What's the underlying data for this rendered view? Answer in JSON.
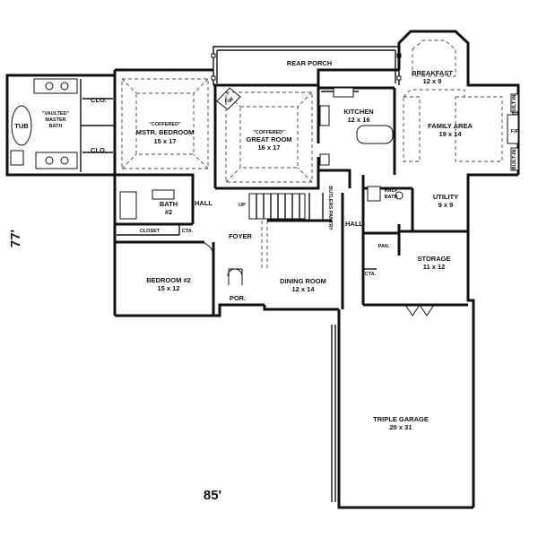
{
  "dimensions": {
    "depth": "77'",
    "width": "85'"
  },
  "rooms": {
    "rear_porch": "REAR PORCH",
    "breakfast": {
      "name": "BREAKFAST",
      "size": "12 x 9"
    },
    "kitchen": {
      "name": "KITCHEN",
      "size": "12 x 16"
    },
    "family_area": {
      "name": "FAMILY AREA",
      "size": "19 x 14"
    },
    "great_room": {
      "qualifier": "\"COFFERED\"",
      "name": "GREAT ROOM",
      "size": "16 x 17"
    },
    "master_bedroom": {
      "qualifier": "\"COFFERED\"",
      "name": "MSTR. BEDROOM",
      "size": "15 x 17"
    },
    "master_bath": {
      "qualifier": "\"VAULTED\"",
      "name1": "MASTER",
      "name2": "BATH"
    },
    "bath2": {
      "name": "BATH",
      "number": "#2"
    },
    "bedroom2": {
      "name": "BEDROOM #2",
      "size": "15 x 12"
    },
    "foyer": "FOYER",
    "dining_room": {
      "name": "DINING ROOM",
      "size": "12 x 14"
    },
    "half_bath": {
      "line1": "HALF",
      "line2": "BATH"
    },
    "utility": {
      "name": "UTILITY",
      "size": "9 x 9"
    },
    "storage": {
      "name": "STORAGE",
      "size": "11 x 12"
    },
    "triple_garage": {
      "name": "TRIPLE GARAGE",
      "size": "20 x 31"
    }
  },
  "labels": {
    "tub": "TUB",
    "clo_upper": "CLO.",
    "clo_lower": "CLO.",
    "closet": "CLOSET",
    "hall_west": "HALL",
    "hall_east": "HALL",
    "up": "UP",
    "butlers_pantry": "BUTLERS PANTRY",
    "pan": "PAN.",
    "por": "POR.",
    "fp_great": "F/P",
    "fp_family": "F/P",
    "cta_west": "CTA.",
    "cta_east": "CTA.",
    "built_in_upper": "BUILT-IN",
    "built_in_lower": "BUILT-IN"
  }
}
